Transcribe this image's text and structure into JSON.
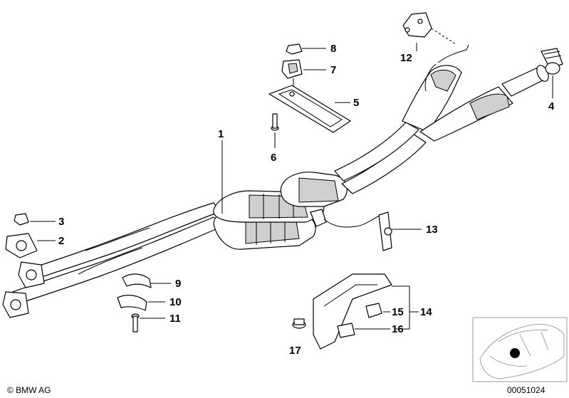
{
  "callouts": {
    "c1": "1",
    "c2": "2",
    "c3": "3",
    "c4": "4",
    "c5": "5",
    "c6": "6",
    "c7": "7",
    "c8": "8",
    "c9": "9",
    "c10": "10",
    "c11": "11",
    "c12": "12",
    "c13": "13",
    "c14": "14",
    "c15": "15",
    "c16": "16",
    "c17": "17"
  },
  "footer": {
    "copyright": "© BMW AG",
    "diagram_id": "00051024"
  }
}
